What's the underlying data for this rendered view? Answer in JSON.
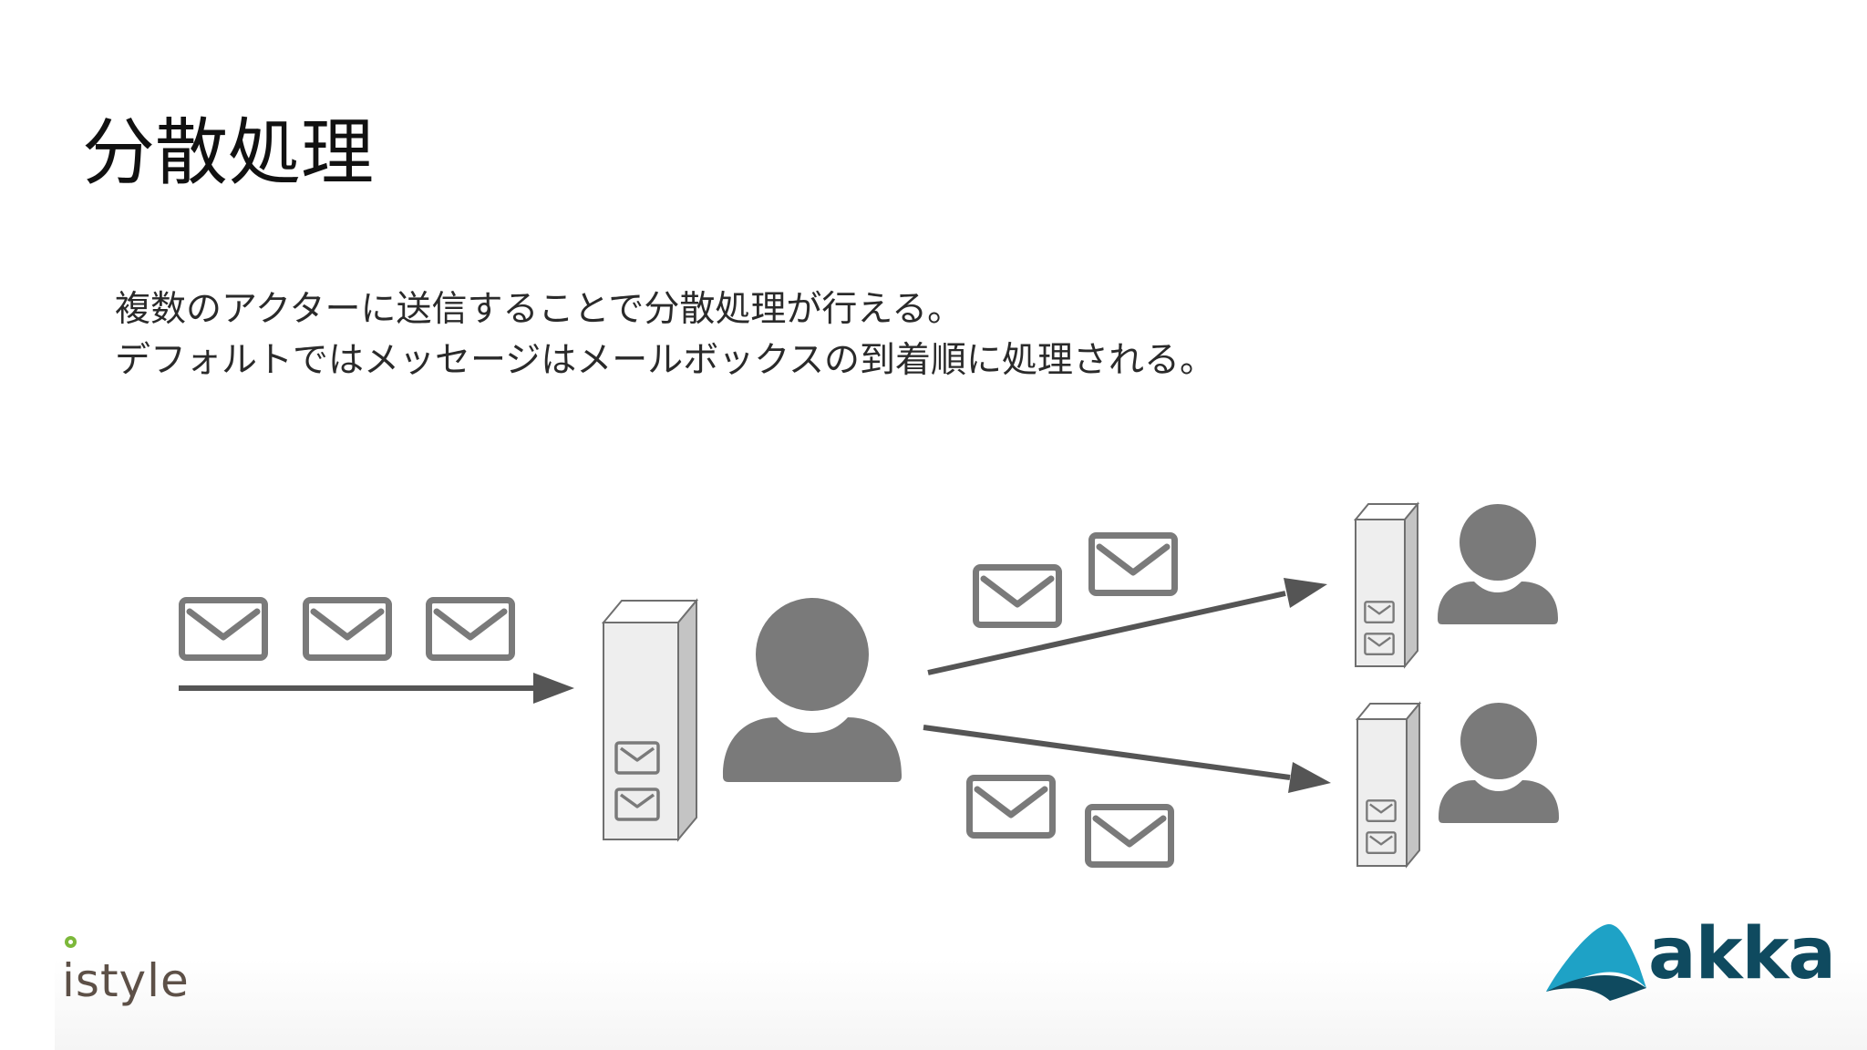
{
  "slide": {
    "title": "分散処理",
    "body_lines": [
      "複数のアクターに送信することで分散処理が行える。",
      "デフォルトではメッセージはメールボックスの到着順に処理される。"
    ]
  },
  "logos": {
    "left_text": "istyle",
    "right_text": "akka"
  },
  "colors": {
    "icon_gray": "#7a7a7a",
    "arrow_gray": "#555555",
    "mailbox_face": "#eeeeee",
    "mailbox_side": "#c4c4c4",
    "istyle_brown": "#5d5047",
    "istyle_green": "#7cb83a",
    "akka_dark": "#0f4a5f",
    "akka_light": "#1ea2c6"
  }
}
